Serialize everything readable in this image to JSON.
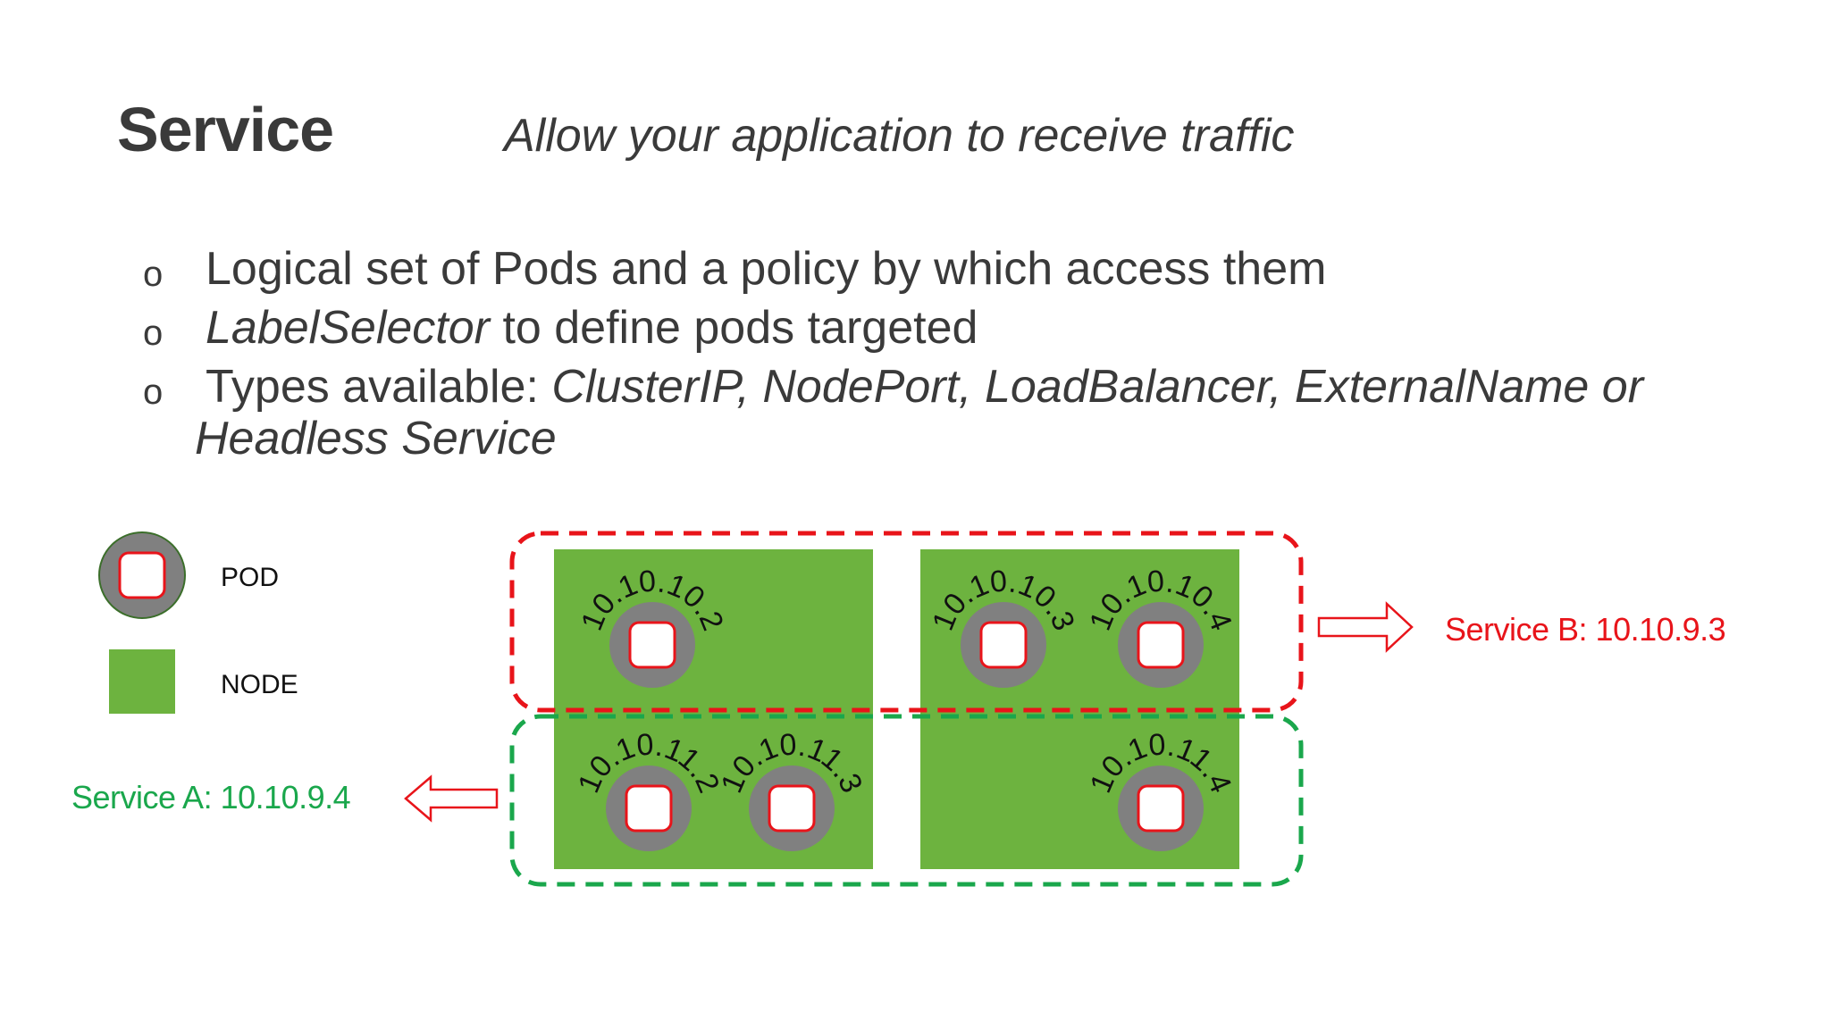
{
  "header": {
    "title": "Service",
    "subtitle": "Allow your application to receive traffic"
  },
  "bullets": [
    {
      "text": "Logical set of Pods and a policy by which access them"
    },
    {
      "emph": "LabelSelector",
      "rest": " to define pods targeted"
    },
    {
      "lead": "Types available: ",
      "types_line1": "ClusterIP, NodePort, LoadBalancer, ExternalName or",
      "types_line2": "Headless Service"
    }
  ],
  "bullet_marker": "o",
  "legend": {
    "pod_label": "POD",
    "node_label": "NODE"
  },
  "services": {
    "b": {
      "label": "Service B: 10.10.9.3",
      "color": "#e8141a"
    },
    "a": {
      "label": "Service A: 10.10.9.4",
      "color": "#1aa74c"
    }
  },
  "pods": {
    "p1": "10.10.10.2",
    "p2": "10.10.10.3",
    "p3": "10.10.10.4",
    "p4": "10.10.11.2",
    "p5": "10.10.11.3",
    "p6": "10.10.11.4"
  },
  "colors": {
    "node": "#6db33f",
    "pod_ring": "#808080",
    "pod_core_border": "#e8141a",
    "text": "#3a3a3a"
  }
}
